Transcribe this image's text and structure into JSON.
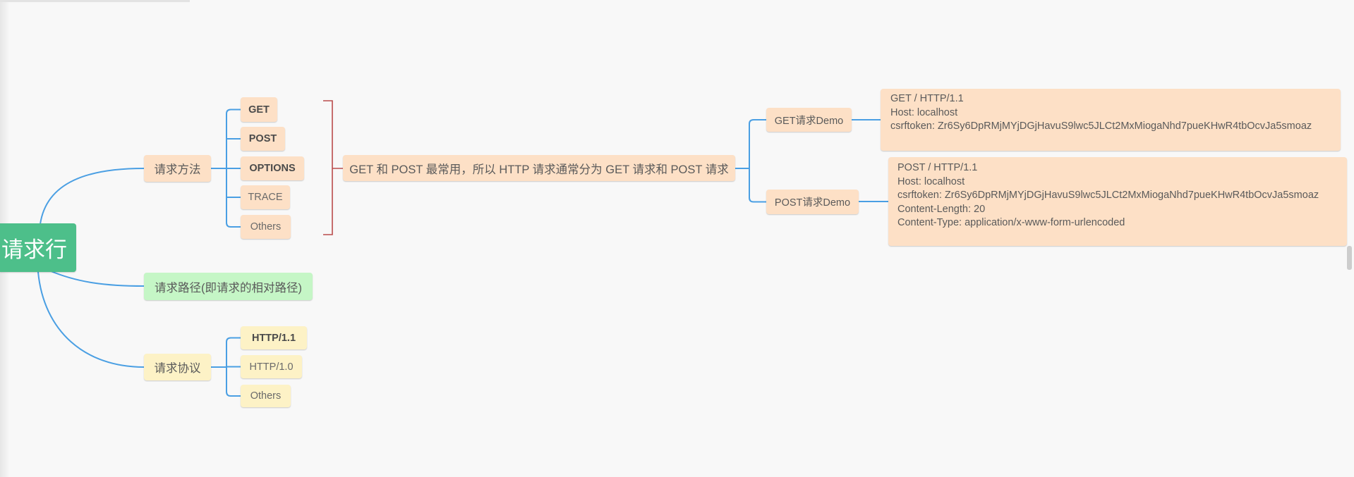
{
  "root": {
    "label": "请求行"
  },
  "method": {
    "label": "请求方法",
    "children": [
      "GET",
      "POST",
      "OPTIONS",
      "TRACE",
      "Others"
    ]
  },
  "path": {
    "label": "请求路径(即请求的相对路径)"
  },
  "protocol": {
    "label": "请求协议",
    "children": [
      "HTTP/1.1",
      "HTTP/1.0",
      "Others"
    ]
  },
  "summary": {
    "label": "GET 和 POST 最常用，所以 HTTP 请求通常分为 GET 请求和 POST 请求"
  },
  "demos": [
    {
      "label": "GET请求Demo",
      "lines": [
        "GET / HTTP/1.1",
        "Host: localhost",
        "csrftoken: Zr6Sy6DpRMjMYjDGjHavuS9lwc5JLCt2MxMiogaNhd7pueKHwR4tbOcvJa5smoaz"
      ]
    },
    {
      "label": "POST请求Demo",
      "lines": [
        "POST / HTTP/1.1",
        "Host: localhost",
        "csrftoken: Zr6Sy6DpRMjMYjDGjHavuS9lwc5JLCt2MxMiogaNhd7pueKHwR4tbOcvJa5smoaz",
        "Content-Length: 20",
        "Content-Type: application/x-www-form-urlencoded"
      ]
    }
  ],
  "colors": {
    "root": "#4dbf8a",
    "method": "#fde0c6",
    "path": "#c5f6c6",
    "protocol": "#fdf2c6",
    "connector": "#4a9fe3",
    "bracket": "#b94c4c",
    "background": "#f8f8f8"
  }
}
